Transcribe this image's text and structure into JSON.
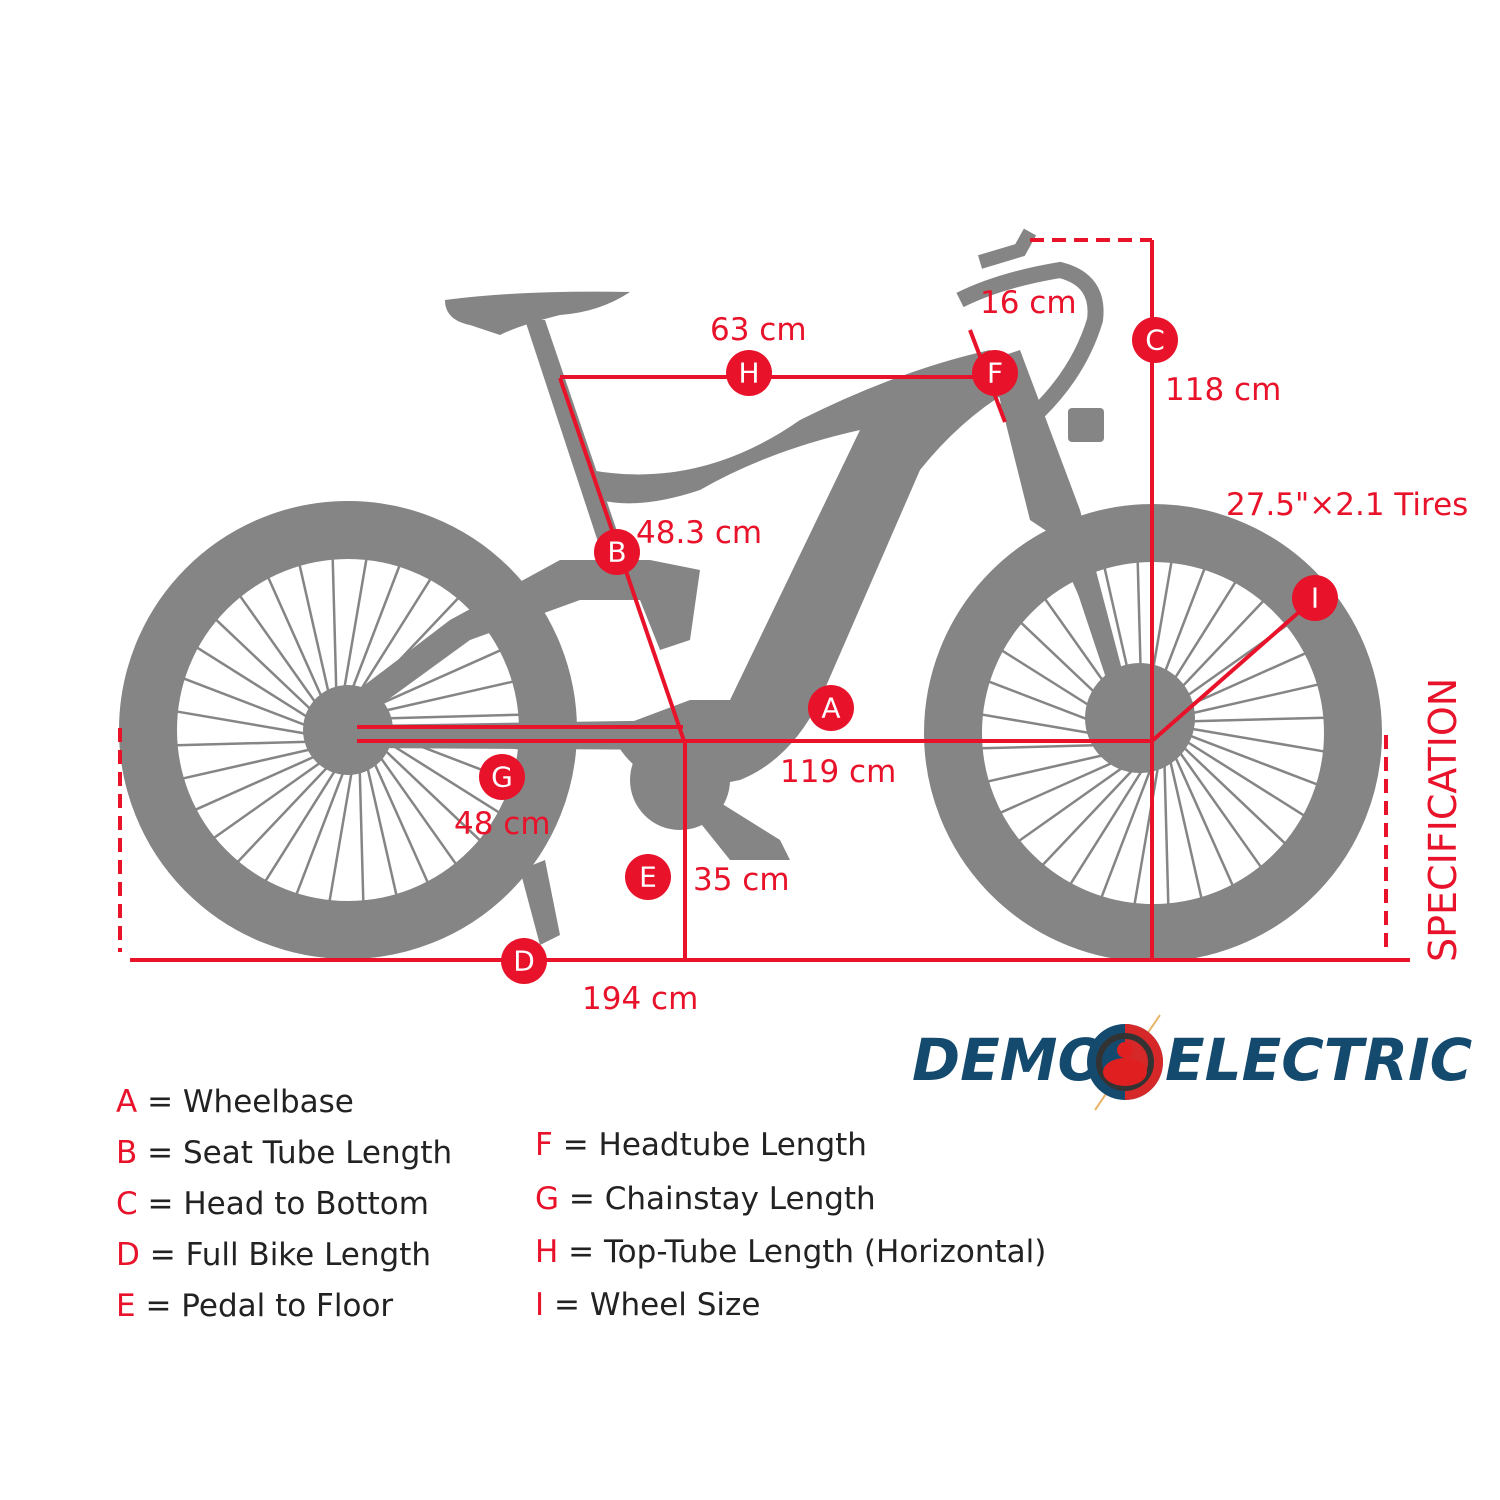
{
  "measurements": {
    "A": {
      "badge": "A",
      "value": "119 cm"
    },
    "B": {
      "badge": "B",
      "value": "48.3 cm"
    },
    "C": {
      "badge": "C",
      "value": "118 cm"
    },
    "D": {
      "badge": "D",
      "value": "194 cm"
    },
    "E": {
      "badge": "E",
      "value": "35 cm"
    },
    "F": {
      "badge": "F",
      "value": "16 cm"
    },
    "G": {
      "badge": "G",
      "value": "48 cm"
    },
    "H": {
      "badge": "H",
      "value": "63 cm"
    },
    "I": {
      "badge": "I",
      "value": "27.5\"×2.1  Tires"
    }
  },
  "side_label": "SPECIFICATION",
  "logo": {
    "left": "DEMON",
    "right": "ELECTRIC"
  },
  "legend": [
    {
      "key": "A",
      "text": "= Wheelbase"
    },
    {
      "key": "B",
      "text": "= Seat Tube Length"
    },
    {
      "key": "C",
      "text": "= Head to Bottom"
    },
    {
      "key": "D",
      "text": "= Full Bike Length"
    },
    {
      "key": "E",
      "text": "= Pedal to Floor"
    },
    {
      "key": "F",
      "text": "= Headtube Length"
    },
    {
      "key": "G",
      "text": "= Chainstay Length"
    },
    {
      "key": "H",
      "text": "= Top-Tube Length (Horizontal)"
    },
    {
      "key": "I",
      "text": "= Wheel Size"
    }
  ],
  "colors": {
    "accent": "#e8132a",
    "bike": "#858585",
    "logo_blue": "#144a6e"
  }
}
